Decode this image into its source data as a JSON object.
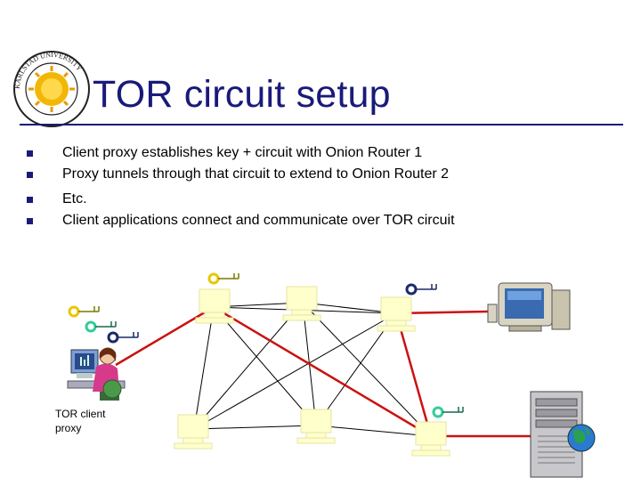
{
  "slide": {
    "title": "TOR circuit setup",
    "logo": {
      "text": "KARLSTAD UNIVERSITY",
      "icon": "sun-seal-icon"
    },
    "bullets": [
      "Client proxy establishes key + circuit with Onion Router 1",
      "Proxy tunnels through that circuit to extend to Onion Router 2",
      "Etc.",
      "Client applications connect and communicate over TOR circuit"
    ]
  },
  "diagram": {
    "client_label_line1": "TOR client",
    "client_label_line2": "proxy",
    "icons": {
      "router": "router-node-icon",
      "key": "key-icon",
      "client": "person-at-computer-icon",
      "destination_pc": "desktop-computer-icon",
      "server": "server-with-globe-icon"
    },
    "colors": {
      "title": "#1a1a7a",
      "circuit": "#cc1111",
      "link": "#000000",
      "router_fill": "#ffffcc",
      "key_yellow": "#e8c800",
      "key_green": "#33cc99",
      "key_navy": "#1a2a6a"
    }
  }
}
